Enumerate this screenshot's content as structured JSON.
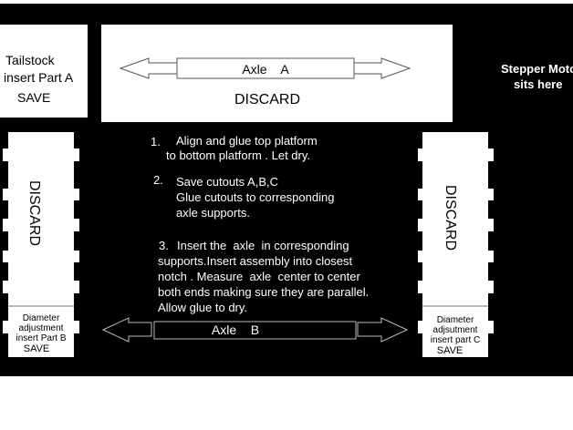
{
  "tailstock": {
    "line1": "Tailstock",
    "line2": "insert Part A",
    "save": "SAVE"
  },
  "top_piece": {
    "axle_label": "Axle    A",
    "discard": "DISCARD"
  },
  "motor_note": {
    "line1": "Stepper Motor",
    "line2": "sits here"
  },
  "left_support": {
    "discard": "DISCARD",
    "line1": "Diameter",
    "line2": "adjustment",
    "line3": "insert Part B",
    "save": "SAVE"
  },
  "right_support": {
    "discard": "DISCARD",
    "line1": "Diameter",
    "line2": "adjsutment",
    "line3": "insert part C",
    "save": "SAVE"
  },
  "steps": [
    {
      "num": "1.",
      "lines": [
        "Align and glue top platform",
        "to bottom platform . Let dry."
      ]
    },
    {
      "num": "2.",
      "lines": [
        "Save cutouts A,B,C",
        "Glue cutouts to corresponding",
        "axle supports."
      ]
    },
    {
      "num": "3.",
      "lines": [
        "Insert the  axle  in corresponding",
        "supports.Insert assembly into closest",
        "notch . Measure  axle  center to center",
        "both ends making sure they are parallel.",
        "Allow glue to dry."
      ]
    }
  ],
  "bottom_axle": {
    "label": "Axle    B"
  }
}
